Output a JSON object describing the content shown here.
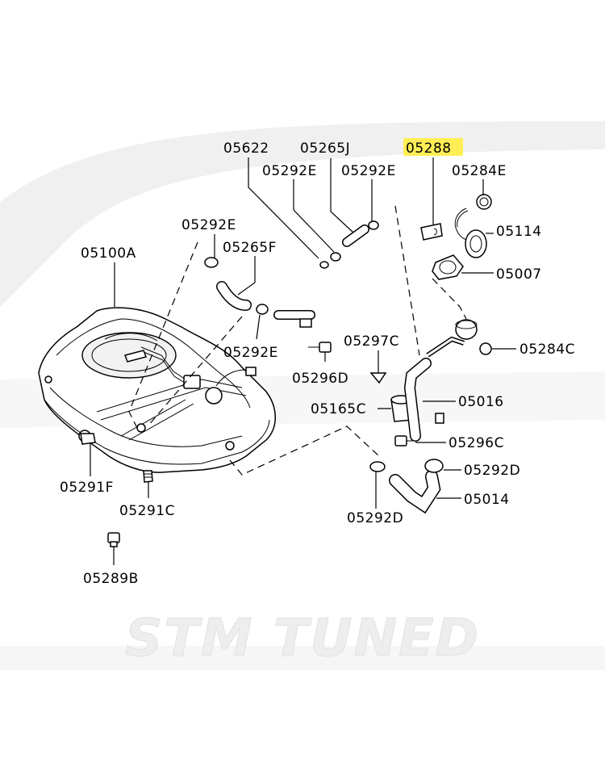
{
  "highlight_color": "#ffee55",
  "watermark": {
    "text": "STM TUNED",
    "color": "#f0f0f0"
  },
  "parts": {
    "p05622": "05622",
    "p05265J": "05265J",
    "p05288": "05288",
    "p05292E_a": "05292E",
    "p05292E_b": "05292E",
    "p05284E": "05284E",
    "p05292E_c": "05292E",
    "p05114": "05114",
    "p05100A": "05100A",
    "p05265F": "05265F",
    "p05007": "05007",
    "p05292E_d": "05292E",
    "p05297C": "05297C",
    "p05284C": "05284C",
    "p05296D": "05296D",
    "p05016": "05016",
    "p05165C": "05165C",
    "p05296C": "05296C",
    "p05292D_a": "05292D",
    "p05291F": "05291F",
    "p05014": "05014",
    "p05291C": "05291C",
    "p05292D_b": "05292D",
    "p05289B": "05289B"
  }
}
